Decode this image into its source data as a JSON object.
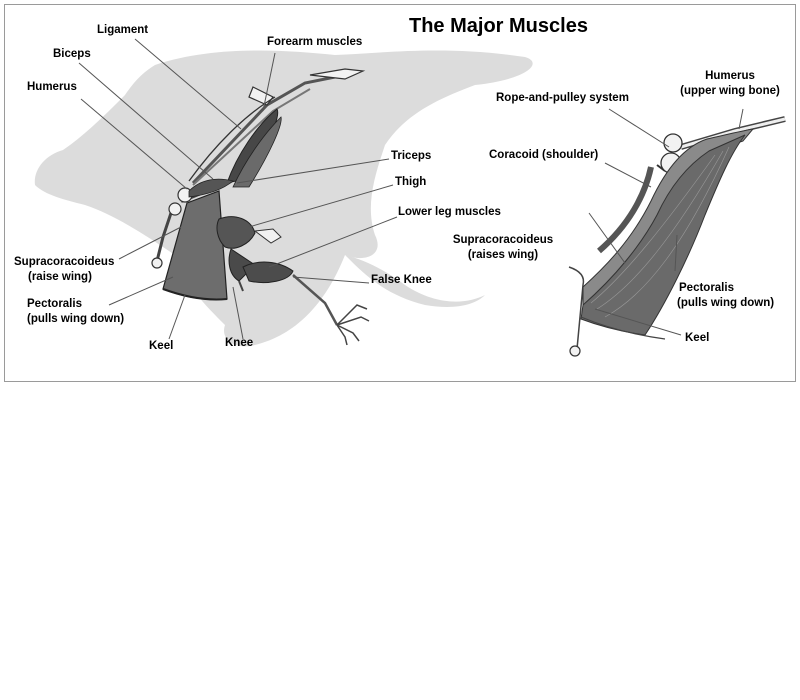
{
  "title": "The Major Muscles",
  "left_diagram": {
    "labels": {
      "ligament": "Ligament",
      "forearm_muscles": "Forearm muscles",
      "biceps": "Biceps",
      "humerus": "Humerus",
      "triceps": "Triceps",
      "thigh": "Thigh",
      "lower_leg_muscles": "Lower leg muscles",
      "supracoracoideus_line1": "Supracoracoideus",
      "supracoracoideus_line2": "(raise wing)",
      "pectoralis_line1": "Pectoralis",
      "pectoralis_line2": "(pulls wing down)",
      "false_knee": "False Knee",
      "keel": "Keel",
      "knee": "Knee"
    }
  },
  "right_diagram": {
    "labels": {
      "humerus_line1": "Humerus",
      "humerus_line2": "(upper wing bone)",
      "rope_and_pulley": "Rope-and-pulley system",
      "coracoid": "Coracoid (shoulder)",
      "supracoracoideus_line1": "Supracoracoideus",
      "supracoracoideus_line2": "(raises wing)",
      "pectoralis_line1": "Pectoralis",
      "pectoralis_line2": "(pulls wing down)",
      "keel": "Keel"
    }
  }
}
